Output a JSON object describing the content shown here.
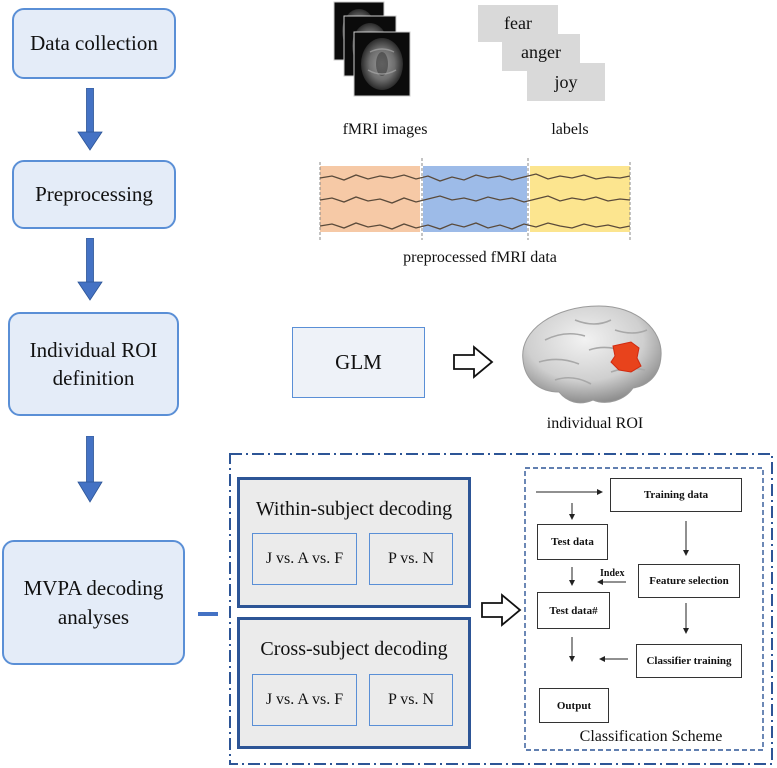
{
  "steps": [
    {
      "label": "Data collection"
    },
    {
      "label": "Preprocessing"
    },
    {
      "label": "Individual ROI definition"
    },
    {
      "label": "MVPA decoding analyses"
    }
  ],
  "data_collection": {
    "fmri_caption": "fMRI images",
    "labels_caption": "labels",
    "labels": [
      "fear",
      "anger",
      "joy"
    ]
  },
  "preprocessing": {
    "caption": "preprocessed fMRI data",
    "segment_colors": [
      "#f6c9a6",
      "#9dbbe8",
      "#fce58f"
    ]
  },
  "roi": {
    "glm_label": "GLM",
    "caption": "individual ROI",
    "roi_color": "#e8431c"
  },
  "decoding": {
    "within": {
      "title": "Within-subject decoding",
      "conditions": [
        "J vs. A vs. F",
        "P vs. N"
      ]
    },
    "cross": {
      "title": "Cross-subject decoding",
      "conditions": [
        "J vs. A vs. F",
        "P vs. N"
      ]
    }
  },
  "scheme": {
    "caption": "Classification Scheme",
    "training_data": "Training data",
    "test_data": "Test data",
    "feature_selection": "Feature selection",
    "index_label": "Index",
    "test_data_hash": "Test data#",
    "classifier_training": "Classifier training",
    "output": "Output"
  },
  "colors": {
    "step_fill": "#e4ecf8",
    "step_border": "#5a8fd6",
    "flow_arrow": "#4472c4",
    "group_border": "#2d5596"
  }
}
